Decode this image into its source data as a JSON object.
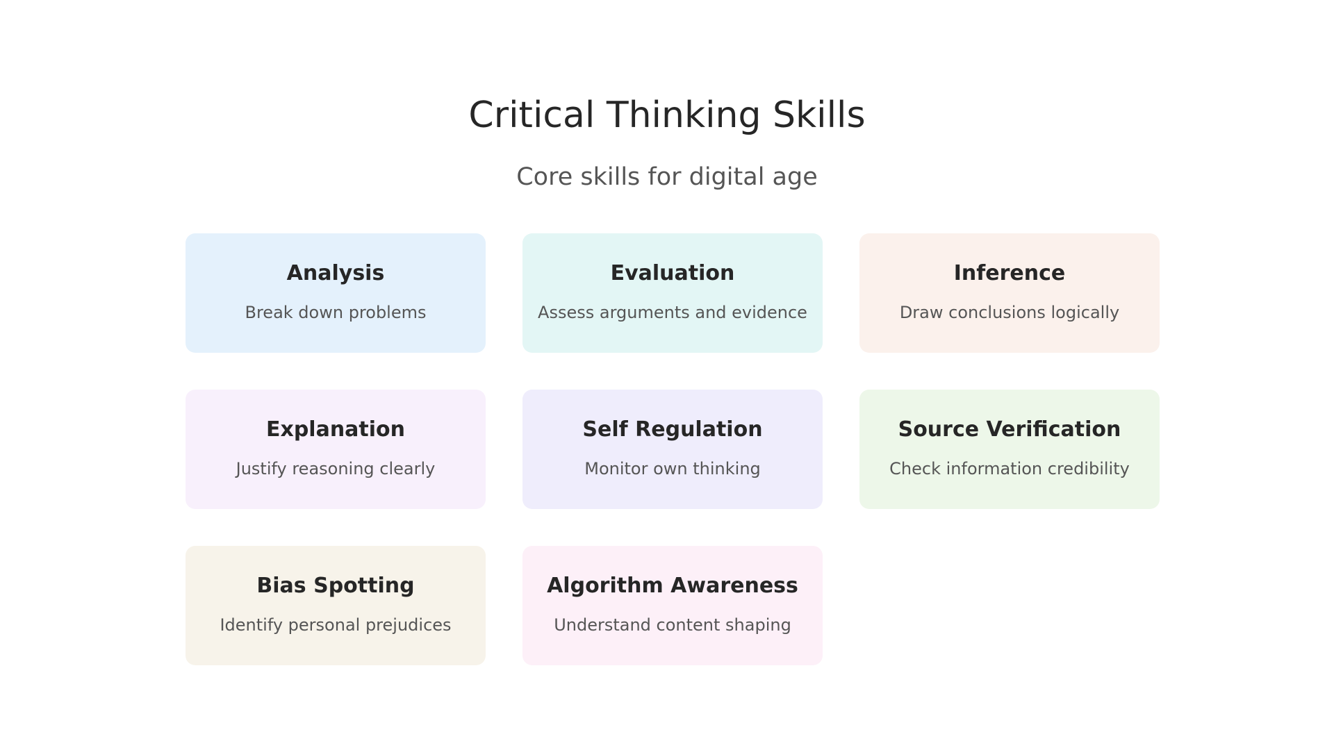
{
  "header": {
    "title": "Critical Thinking Skills",
    "subtitle": "Core skills for digital age"
  },
  "cards": [
    {
      "title": "Analysis",
      "description": "Break down problems",
      "color": "#e4f1fc"
    },
    {
      "title": "Evaluation",
      "description": "Assess arguments and evidence",
      "color": "#e3f6f5"
    },
    {
      "title": "Inference",
      "description": "Draw conclusions logically",
      "color": "#fbf1ec"
    },
    {
      "title": "Explanation",
      "description": "Justify reasoning clearly",
      "color": "#f8f0fc"
    },
    {
      "title": "Self Regulation",
      "description": "Monitor own thinking",
      "color": "#efedfc"
    },
    {
      "title": "Source Verification",
      "description": "Check information credibility",
      "color": "#edf7e9"
    },
    {
      "title": "Bias Spotting",
      "description": "Identify personal prejudices",
      "color": "#f7f3ea"
    },
    {
      "title": "Algorithm Awareness",
      "description": "Understand content shaping",
      "color": "#fdf0f8"
    }
  ]
}
